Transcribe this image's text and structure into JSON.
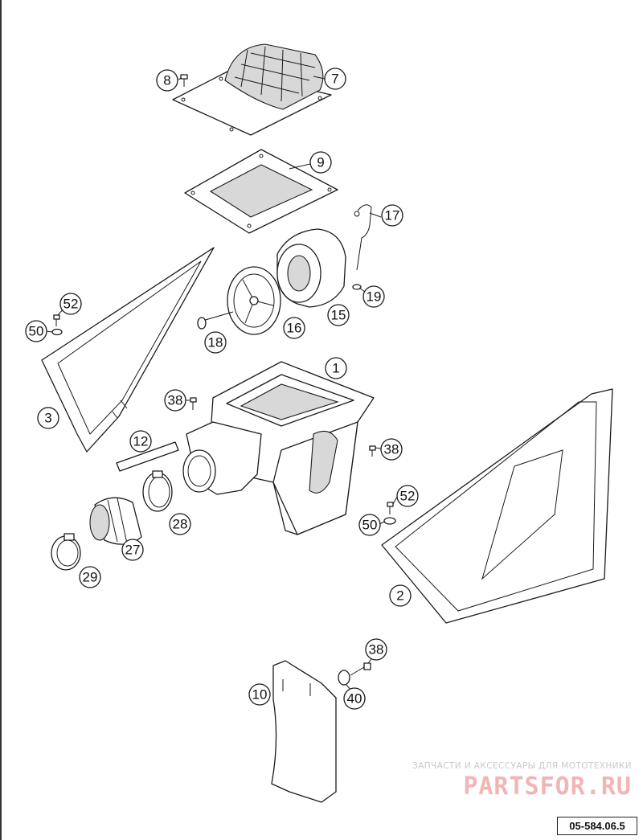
{
  "callouts": [
    {
      "id": "callout-1",
      "label": "1"
    },
    {
      "id": "callout-2",
      "label": "2"
    },
    {
      "id": "callout-3",
      "label": "3"
    },
    {
      "id": "callout-7",
      "label": "7"
    },
    {
      "id": "callout-8",
      "label": "8"
    },
    {
      "id": "callout-9",
      "label": "9"
    },
    {
      "id": "callout-10",
      "label": "10"
    },
    {
      "id": "callout-12",
      "label": "12"
    },
    {
      "id": "callout-15",
      "label": "15"
    },
    {
      "id": "callout-16",
      "label": "16"
    },
    {
      "id": "callout-17",
      "label": "17"
    },
    {
      "id": "callout-18",
      "label": "18"
    },
    {
      "id": "callout-19",
      "label": "19"
    },
    {
      "id": "callout-27",
      "label": "27"
    },
    {
      "id": "callout-28",
      "label": "28"
    },
    {
      "id": "callout-29",
      "label": "29"
    },
    {
      "id": "callout-38a",
      "label": "38"
    },
    {
      "id": "callout-38b",
      "label": "38"
    },
    {
      "id": "callout-38c",
      "label": "38"
    },
    {
      "id": "callout-40",
      "label": "40"
    },
    {
      "id": "callout-50a",
      "label": "50"
    },
    {
      "id": "callout-50b",
      "label": "50"
    },
    {
      "id": "callout-52a",
      "label": "52"
    },
    {
      "id": "callout-52b",
      "label": "52"
    }
  ],
  "watermark": {
    "caption": "ЗАПЧАСТИ И АКСЕССУАРЫ ДЛЯ МОТОТЕХНИКИ",
    "logo": "PARTSFOR.RU"
  },
  "diagram_code": "05-584.06.5"
}
